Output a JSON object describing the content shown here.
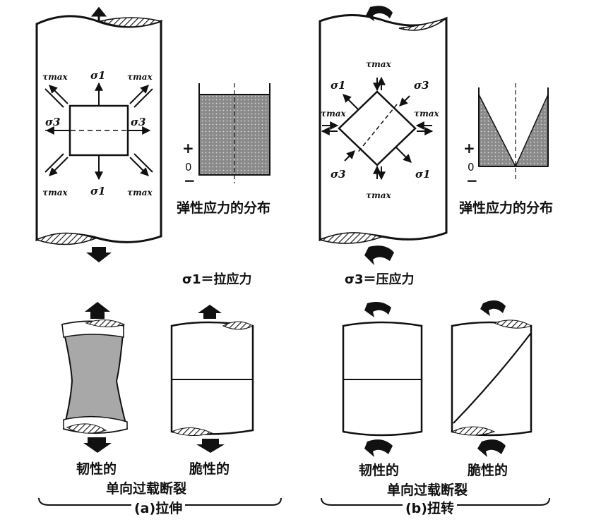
{
  "panel_a": {
    "sigma1_top": "σ1",
    "sigma1_bottom": "σ1",
    "sigma3_left": "σ3",
    "sigma3_right": "σ3",
    "tau_tl": "τmax",
    "tau_tr": "τmax",
    "tau_bl": "τmax",
    "tau_br": "τmax",
    "dist_plus": "+",
    "dist_zero": "0",
    "dist_minus": "−",
    "dist_caption": "弹性应力的分布",
    "equation": "σ1＝拉应力",
    "ductile_label": "韧性的",
    "brittle_label": "脆性的",
    "fracture_caption": "单向过载断裂",
    "panel_label": "(a)拉伸"
  },
  "panel_b": {
    "tau_top": "τmax",
    "tau_bottom": "τmax",
    "tau_left": "τmax",
    "tau_right": "τmax",
    "sigma1_tl": "σ1",
    "sigma3_tr": "σ3",
    "sigma3_bl": "σ3",
    "sigma1_br": "σ1",
    "dist_plus": "+",
    "dist_zero": "0",
    "dist_minus": "−",
    "dist_caption": "弹性应力的分布",
    "equation": "σ3＝压应力",
    "ductile_label": "韧性的",
    "brittle_label": "脆性的",
    "fracture_caption": "单向过载断裂",
    "panel_label": "(b)扭转"
  }
}
